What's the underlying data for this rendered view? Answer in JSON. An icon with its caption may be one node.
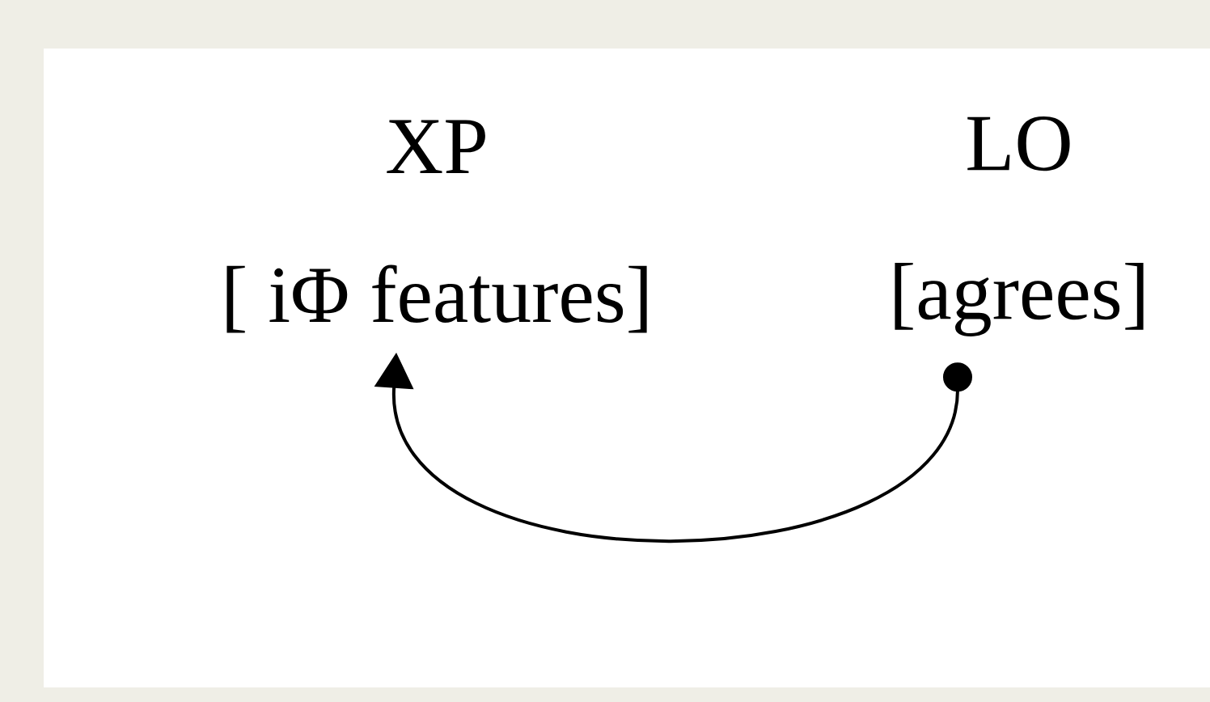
{
  "diagram": {
    "nodes": [
      {
        "text": [
          "XP",
          "[ iΦ features]"
        ]
      },
      {
        "text": [
          "LO",
          "[agrees]"
        ]
      }
    ],
    "edges": [
      {
        "from": 1,
        "to": 0,
        "arrow": "to"
      }
    ]
  }
}
